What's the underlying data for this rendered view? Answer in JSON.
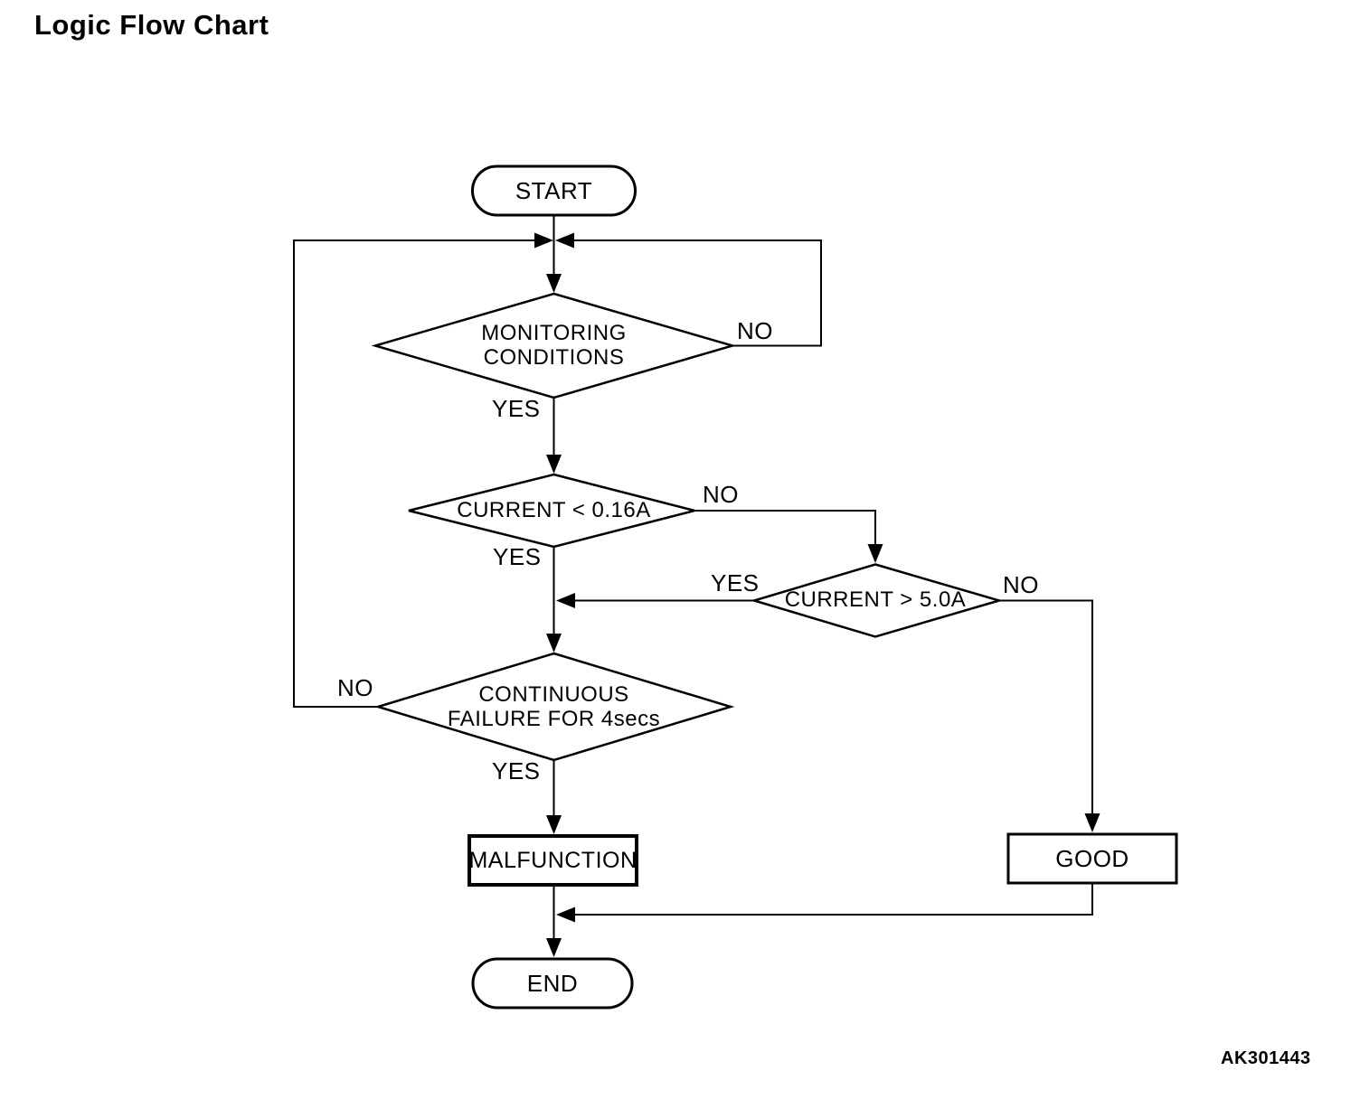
{
  "page": {
    "title": "Logic Flow Chart",
    "figure_code": "AK301443",
    "colors": {
      "ink": "#000000",
      "background": "#ffffff"
    }
  },
  "flowchart": {
    "nodes": {
      "start": {
        "type": "terminator",
        "label": "START"
      },
      "monitoring_conditions": {
        "type": "decision",
        "line1": "MONITORING",
        "line2": "CONDITIONS"
      },
      "current_below": {
        "type": "decision",
        "label": "CURRENT < 0.16A"
      },
      "current_above": {
        "type": "decision",
        "label": "CURRENT > 5.0A"
      },
      "continuous_failure": {
        "type": "decision",
        "line1": "CONTINUOUS",
        "line2": "FAILURE FOR 4secs"
      },
      "malfunction": {
        "type": "process",
        "label": "MALFUNCTION"
      },
      "good": {
        "type": "process",
        "label": "GOOD"
      },
      "end": {
        "type": "terminator",
        "label": "END"
      }
    },
    "edge_labels": {
      "monitoring_no": "NO",
      "monitoring_yes": "YES",
      "current_below_no": "NO",
      "current_below_yes": "YES",
      "current_above_yes": "YES",
      "current_above_no": "NO",
      "continuous_failure_no": "NO",
      "continuous_failure_yes": "YES"
    }
  }
}
